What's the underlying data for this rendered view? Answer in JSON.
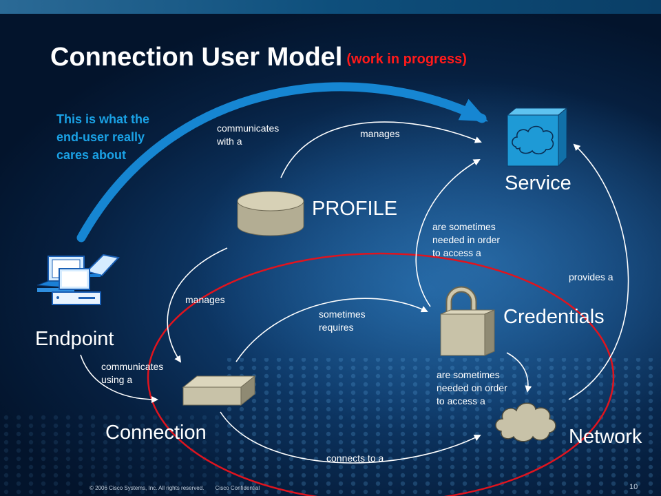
{
  "slide": {
    "title": "Connection User Model",
    "title_note": "(work in progress)",
    "callout": "This is what the end-user really cares about"
  },
  "nodes": {
    "service": "Service",
    "profile": "PROFILE",
    "endpoint": "Endpoint",
    "credentials": "Credentials",
    "connection": "Connection",
    "network": "Network"
  },
  "edges": {
    "communicates_with_line1": "communicates",
    "communicates_with_line2": "with a",
    "manages_service": "manages",
    "manages_connection": "manages",
    "needed_line1": "are sometimes",
    "needed_line2": "needed in order",
    "needed_line3": "to access a",
    "provides_a": "provides a",
    "sometimes_requires_line1": "sometimes",
    "sometimes_requires_line2": "requires",
    "communicates_using_line1": "communicates",
    "communicates_using_line2": "using a",
    "needed_on_line1": "are sometimes",
    "needed_on_line2": "needed on order",
    "needed_on_line3": "to access a",
    "connects_to": "connects to a"
  },
  "footer": {
    "copyright": "© 2006  Cisco Systems, Inc. All rights reserved.",
    "confidential": "Cisco Confidential",
    "page_number": "10"
  },
  "colors": {
    "title": "#ffffff",
    "highlight_red": "#e0141e",
    "callout_blue": "#1aa2e6",
    "service_blue": "#1e9ad6",
    "big_arrow": "#1686d2",
    "beige": "#c8c2a8"
  },
  "icons": [
    "service-cloud-cube-icon",
    "profile-database-icon",
    "endpoint-computers-icon",
    "credentials-padlock-icon",
    "connection-device-icon",
    "network-cloud-icon"
  ]
}
